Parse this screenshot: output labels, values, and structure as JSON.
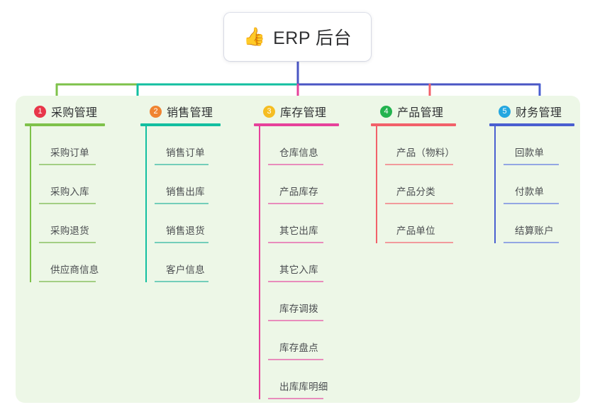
{
  "root": {
    "icon": "thumbs-up-icon",
    "icon_glyph": "👍",
    "title": "ERP 后台"
  },
  "palette": {
    "panel_bg": "#edf7e7",
    "page_bg": "#ffffff",
    "root_stem": "#4a56c4",
    "bus_left": "#7ec24a",
    "bus_mid": "#12bfa0",
    "bus_right": "#4a56c4"
  },
  "branches": [
    {
      "index": "1",
      "title": "采购管理",
      "badge_color": "#e8374a",
      "line_color": "#7ec24a",
      "child_rule_color": "#a3cf84",
      "children": [
        {
          "label": "采购订单"
        },
        {
          "label": "采购入库"
        },
        {
          "label": "采购退货"
        },
        {
          "label": "供应商信息"
        }
      ]
    },
    {
      "index": "2",
      "title": "销售管理",
      "badge_color": "#f08431",
      "line_color": "#12bfa0",
      "child_rule_color": "#73ceba",
      "children": [
        {
          "label": "销售订单"
        },
        {
          "label": "销售出库"
        },
        {
          "label": "销售退货"
        },
        {
          "label": "客户信息"
        }
      ]
    },
    {
      "index": "3",
      "title": "库存管理",
      "badge_color": "#f5bd22",
      "line_color": "#e6429b",
      "child_rule_color": "#e88cbc",
      "children": [
        {
          "label": "仓库信息"
        },
        {
          "label": "产品库存"
        },
        {
          "label": "其它出库"
        },
        {
          "label": "其它入库"
        },
        {
          "label": "库存调拨"
        },
        {
          "label": "库存盘点"
        },
        {
          "label": "出库库明细"
        }
      ]
    },
    {
      "index": "4",
      "title": "产品管理",
      "badge_color": "#23b34f",
      "line_color": "#f2616a",
      "child_rule_color": "#f29a9c",
      "children": [
        {
          "label": "产品（物料）"
        },
        {
          "label": "产品分类"
        },
        {
          "label": "产品单位"
        }
      ]
    },
    {
      "index": "5",
      "title": "财务管理",
      "badge_color": "#24a7e0",
      "line_color": "#4a5fd0",
      "child_rule_color": "#93a6e3",
      "children": [
        {
          "label": "回款单"
        },
        {
          "label": "付款单"
        },
        {
          "label": "结算账户"
        }
      ]
    }
  ]
}
